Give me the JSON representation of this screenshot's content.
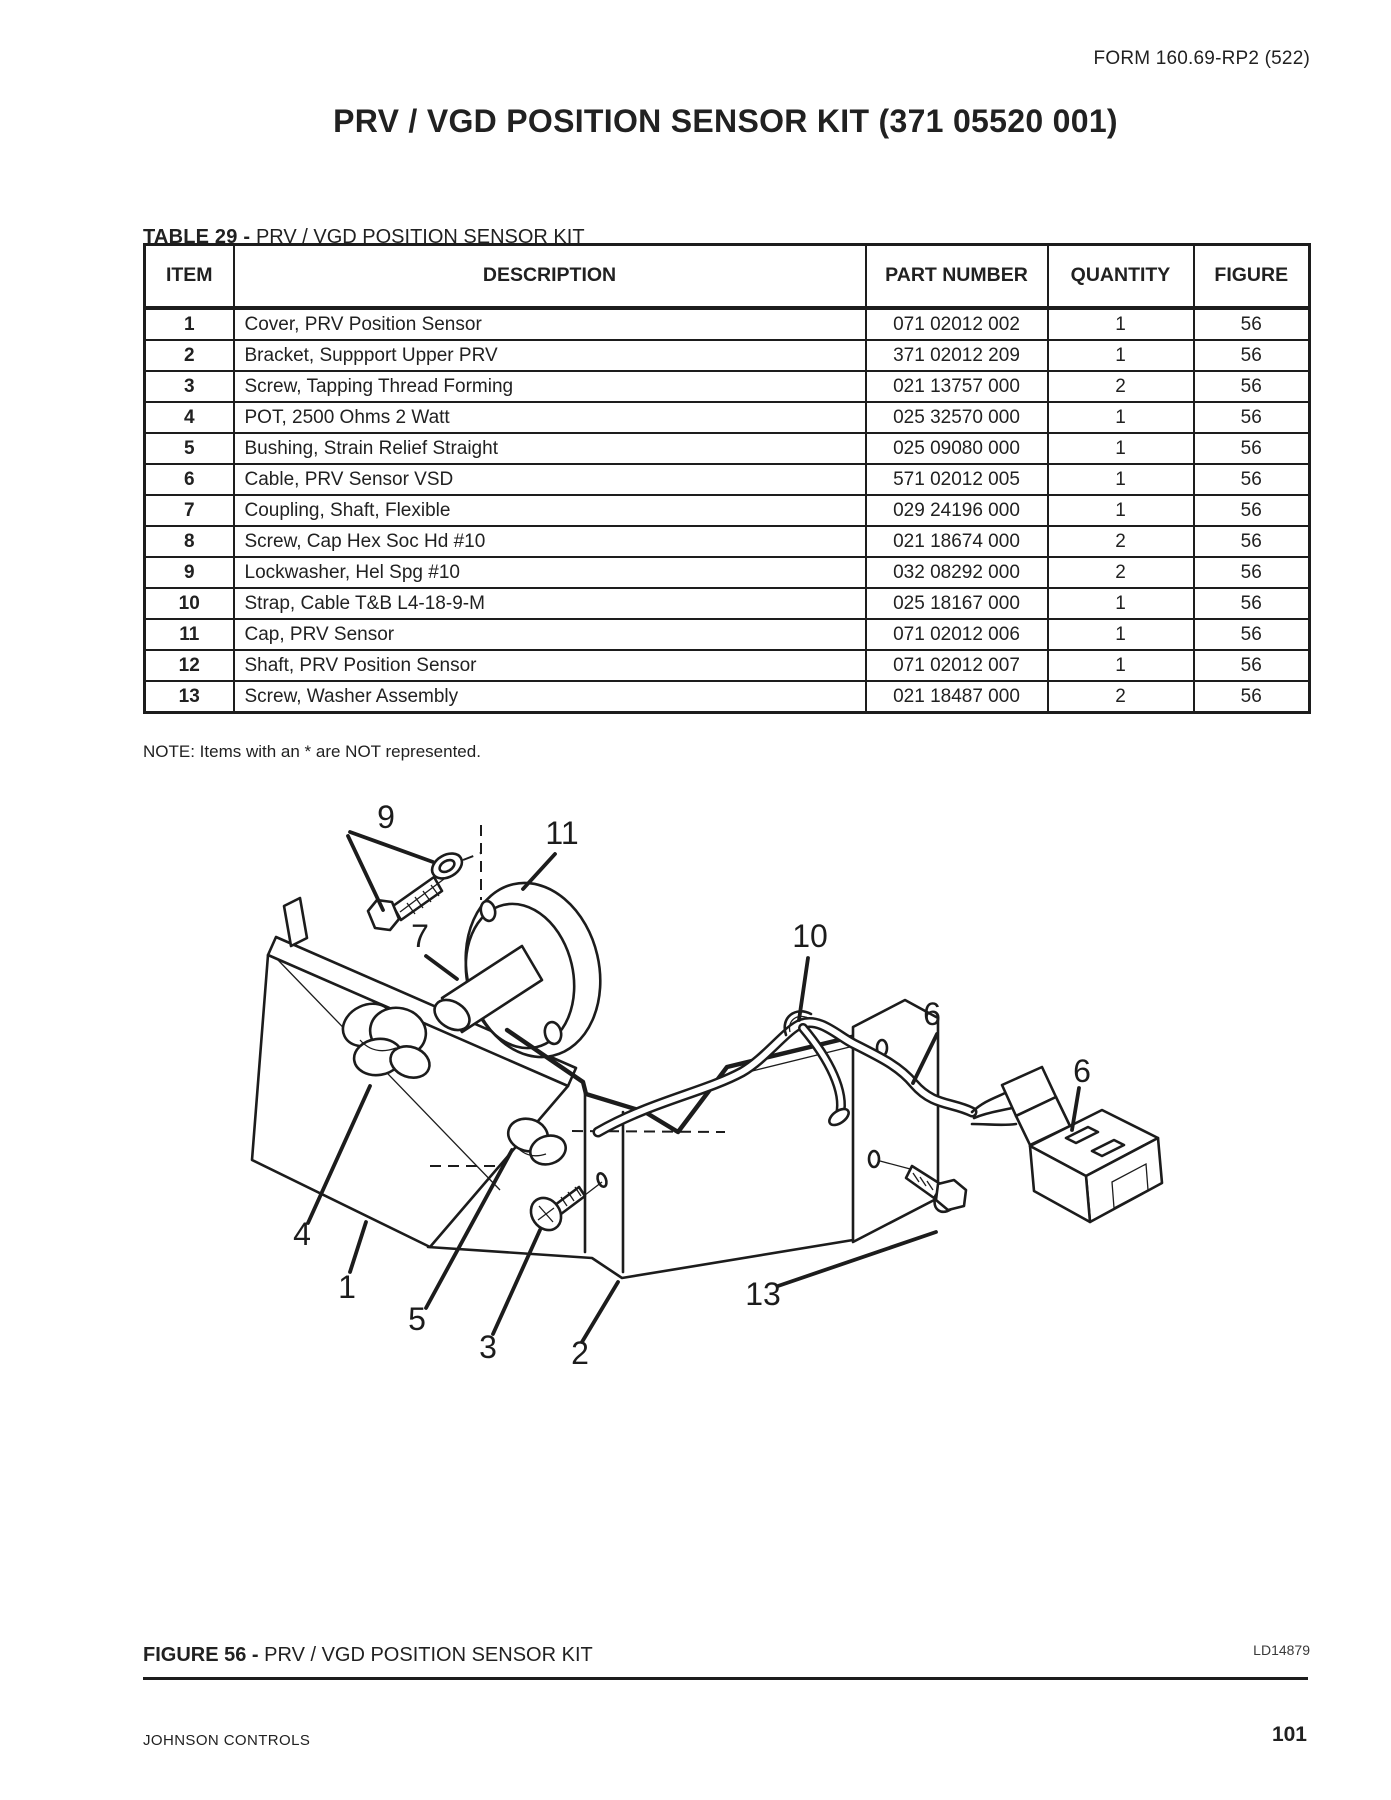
{
  "page": {
    "form_number": "FORM 160.69-RP2 (522)",
    "title": "PRV / VGD POSITION SENSOR KIT (371 05520 001)",
    "footer_left": "JOHNSON CONTROLS",
    "page_number": "101",
    "figure_code": "LD14879"
  },
  "table": {
    "caption_prefix": "TABLE 29 - ",
    "caption_text": "PRV / VGD POSITION SENSOR KIT",
    "note": "NOTE: Items with an * are NOT represented.",
    "columns": {
      "item": "ITEM",
      "description": "DESCRIPTION",
      "part_number": "PART NUMBER",
      "quantity": "QUANTITY",
      "figure": "FIGURE"
    },
    "rows": [
      {
        "item": "1",
        "description": "Cover, PRV Position Sensor",
        "part_number": "071 02012 002",
        "quantity": "1",
        "figure": "56"
      },
      {
        "item": "2",
        "description": "Bracket, Suppport Upper PRV",
        "part_number": "371 02012 209",
        "quantity": "1",
        "figure": "56"
      },
      {
        "item": "3",
        "description": "Screw, Tapping Thread Forming",
        "part_number": "021 13757 000",
        "quantity": "2",
        "figure": "56"
      },
      {
        "item": "4",
        "description": "POT, 2500 Ohms 2 Watt",
        "part_number": "025 32570 000",
        "quantity": "1",
        "figure": "56"
      },
      {
        "item": "5",
        "description": "Bushing, Strain Relief Straight",
        "part_number": "025 09080 000",
        "quantity": "1",
        "figure": "56"
      },
      {
        "item": "6",
        "description": "Cable, PRV Sensor VSD",
        "part_number": "571 02012 005",
        "quantity": "1",
        "figure": "56"
      },
      {
        "item": "7",
        "description": "Coupling, Shaft, Flexible",
        "part_number": "029 24196 000",
        "quantity": "1",
        "figure": "56"
      },
      {
        "item": "8",
        "description": "Screw, Cap Hex Soc Hd #10",
        "part_number": "021 18674 000",
        "quantity": "2",
        "figure": "56"
      },
      {
        "item": "9",
        "description": "Lockwasher, Hel Spg #10",
        "part_number": "032 08292 000",
        "quantity": "2",
        "figure": "56"
      },
      {
        "item": "10",
        "description": "Strap, Cable T&B L4-18-9-M",
        "part_number": "025 18167 000",
        "quantity": "1",
        "figure": "56"
      },
      {
        "item": "11",
        "description": "Cap, PRV Sensor",
        "part_number": "071 02012 006",
        "quantity": "1",
        "figure": "56"
      },
      {
        "item": "12",
        "description": "Shaft, PRV Position Sensor",
        "part_number": "071 02012 007",
        "quantity": "1",
        "figure": "56"
      },
      {
        "item": "13",
        "description": "Screw, Washer Assembly",
        "part_number": "021 18487 000",
        "quantity": "2",
        "figure": "56"
      }
    ]
  },
  "figure": {
    "caption_prefix": "FIGURE 56 - ",
    "caption_text": "PRV / VGD POSITION SENSOR KIT",
    "callouts": [
      {
        "label": "9"
      },
      {
        "label": "11"
      },
      {
        "label": "7"
      },
      {
        "label": "10"
      },
      {
        "label": "6"
      },
      {
        "label": "6"
      },
      {
        "label": "4"
      },
      {
        "label": "1"
      },
      {
        "label": "5"
      },
      {
        "label": "3"
      },
      {
        "label": "2"
      },
      {
        "label": "13"
      }
    ]
  }
}
